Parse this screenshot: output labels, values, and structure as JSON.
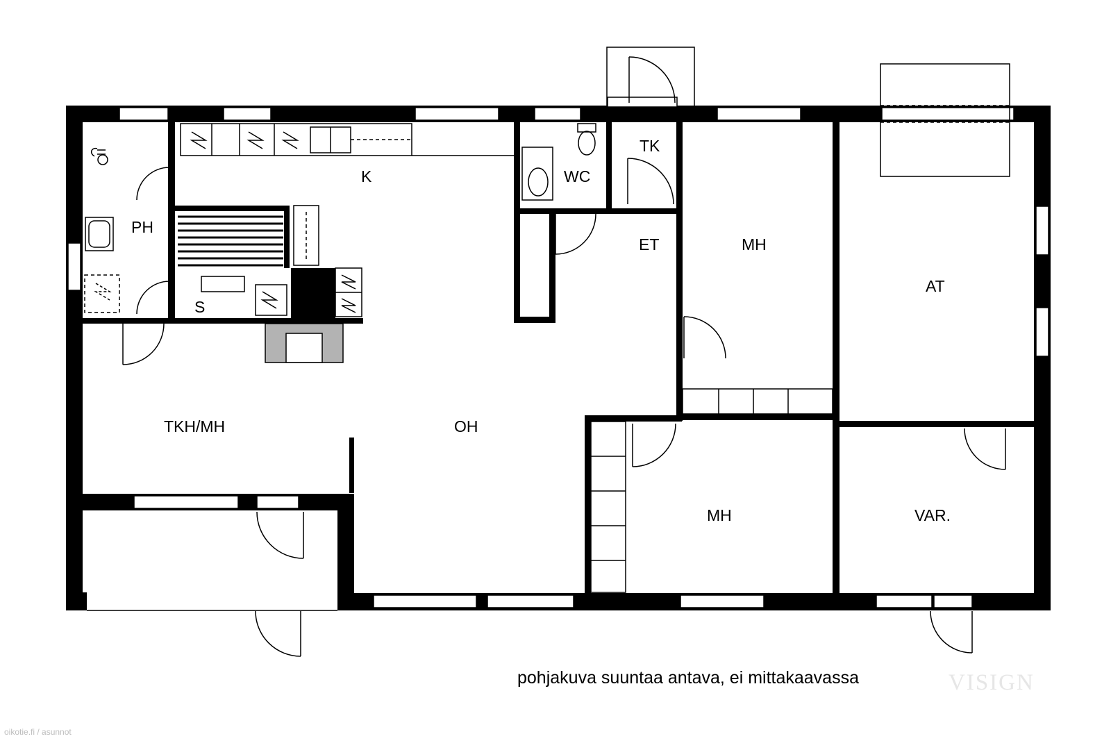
{
  "rooms": {
    "k": "K",
    "wc": "WC",
    "tk": "TK",
    "ph": "PH",
    "et": "ET",
    "mh_top": "MH",
    "at": "AT",
    "s": "S",
    "tkh_mh": "TKH/MH",
    "oh": "OH",
    "mh_bottom": "MH",
    "var": "VAR."
  },
  "note": "pohjakuva suuntaa antava, ei mittakaavassa",
  "watermark": "VISIGN",
  "credit": "oikotie.fi / asunnot"
}
